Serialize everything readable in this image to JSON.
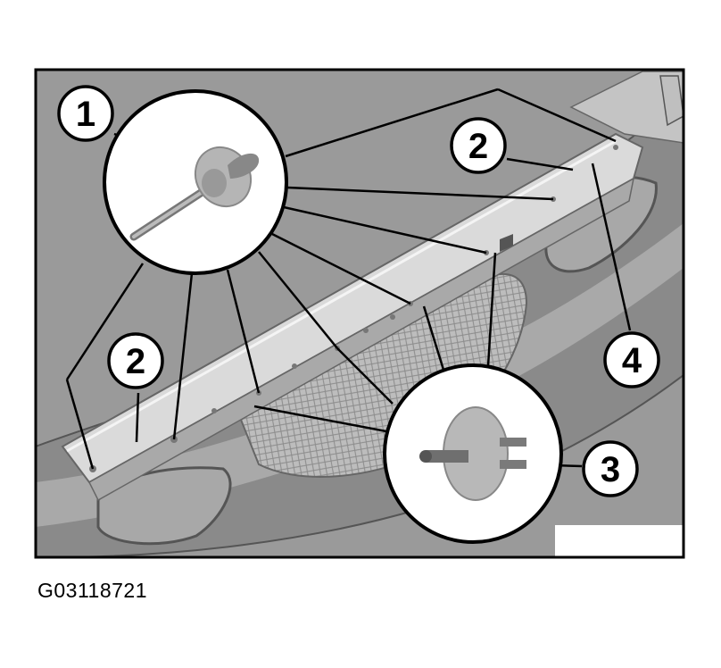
{
  "callouts": [
    {
      "id": "callout-1",
      "label": "1"
    },
    {
      "id": "callout-2a",
      "label": "2"
    },
    {
      "id": "callout-2b",
      "label": "2"
    },
    {
      "id": "callout-3",
      "label": "3"
    },
    {
      "id": "callout-4",
      "label": "4"
    }
  ],
  "figure_id": "G03118721",
  "colors": {
    "background": "#9a9a9a",
    "frame": "#000000",
    "part_light": "#d9d9d9",
    "part_mid": "#b8b8b8",
    "part_dark": "#7a7a7a"
  }
}
